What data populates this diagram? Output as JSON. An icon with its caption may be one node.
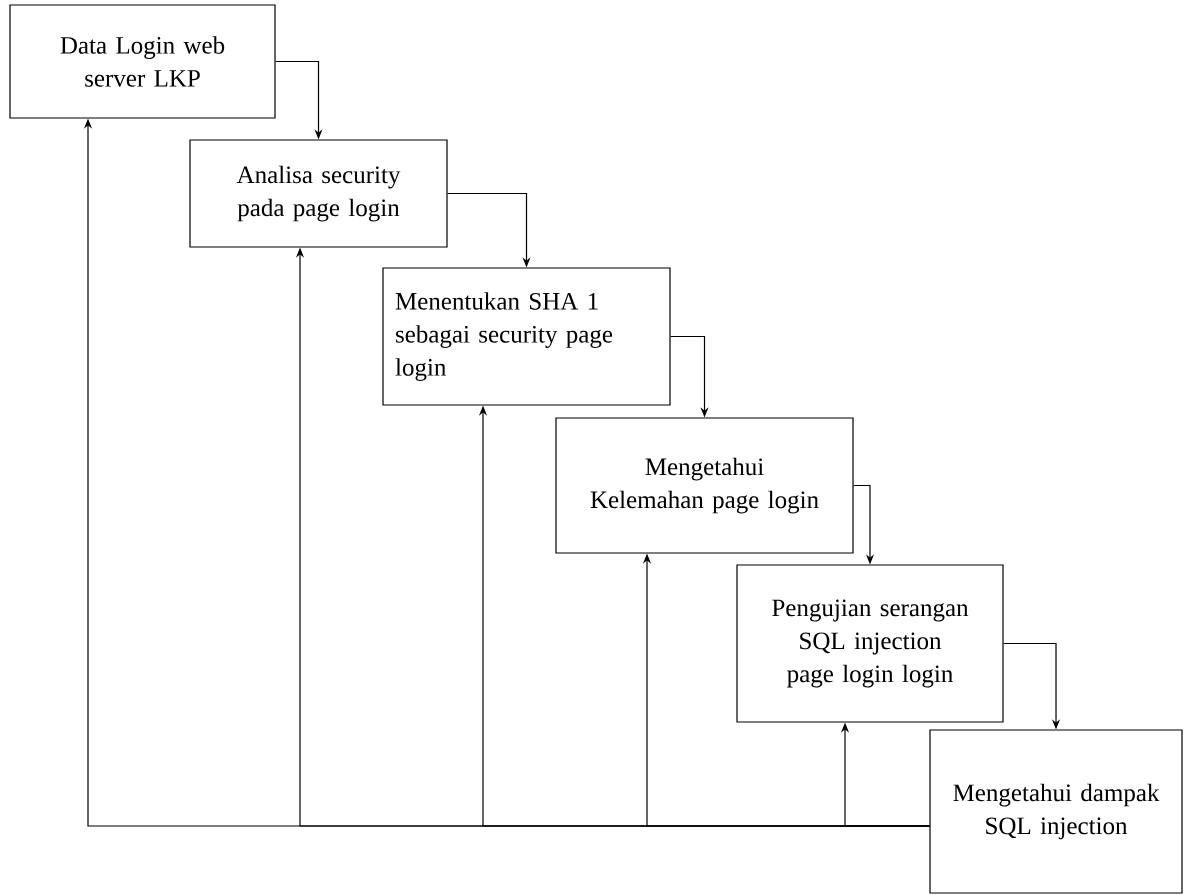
{
  "diagram": {
    "nodes": [
      {
        "text": [
          "Data Login web server LKP"
        ]
      },
      {
        "text": [
          "Analisa security pada page login"
        ]
      },
      {
        "text": [
          "Menentukan SHA 1 sebagai security page login"
        ]
      },
      {
        "text": [
          "Mengetahui Kelemahan page login"
        ]
      },
      {
        "text": [
          "Pengujian serangan SQL injection page login login"
        ]
      },
      {
        "text": [
          "Mengetahui dampak SQL injection"
        ]
      }
    ],
    "edges": [
      {
        "from": 0,
        "to": 1,
        "arrow": "to"
      },
      {
        "from": 1,
        "to": 2,
        "arrow": "to"
      },
      {
        "from": 2,
        "to": 3,
        "arrow": "to"
      },
      {
        "from": 3,
        "to": 4,
        "arrow": "to"
      },
      {
        "from": 4,
        "to": 5,
        "arrow": "to"
      },
      {
        "from": 5,
        "to": 0,
        "arrow": "to"
      },
      {
        "from": 5,
        "to": 1,
        "arrow": "to"
      },
      {
        "from": 5,
        "to": 2,
        "arrow": "to"
      },
      {
        "from": 5,
        "to": 3,
        "arrow": "to"
      },
      {
        "from": 5,
        "to": 4,
        "arrow": "to"
      }
    ]
  }
}
